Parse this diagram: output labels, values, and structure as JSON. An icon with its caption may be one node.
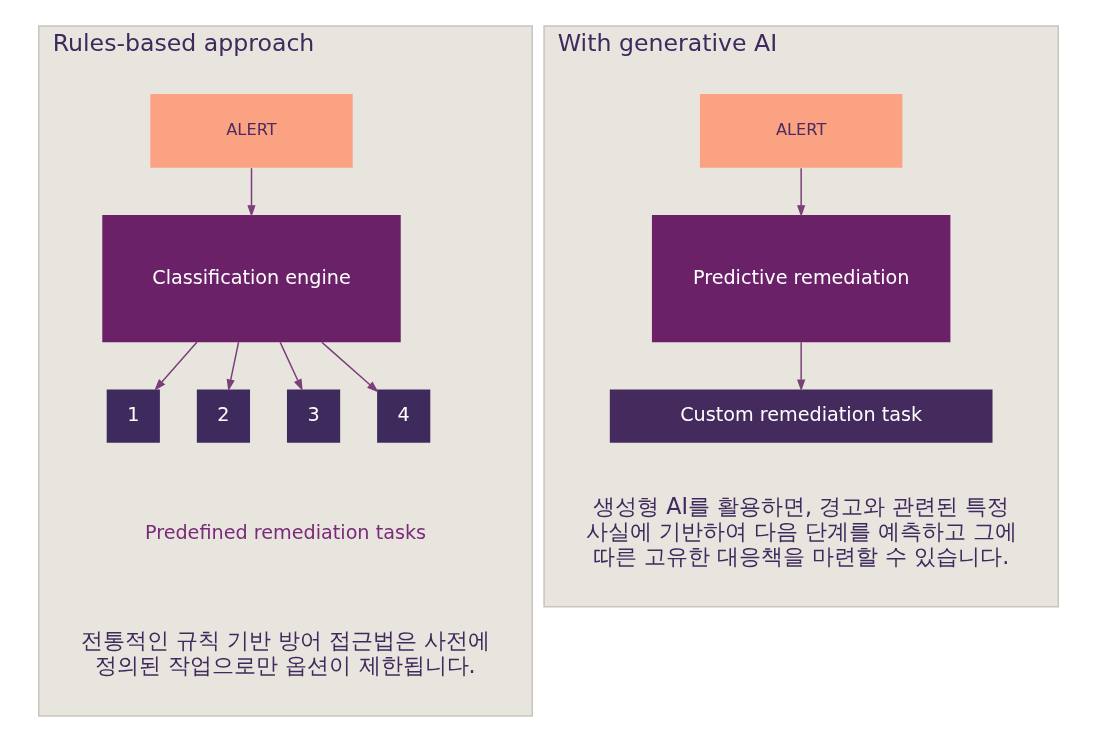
{
  "diagram": {
    "nodes": [
      {
        "text": [
          "Rules-based approach",
          "전통적인 규칙 기반 방어 접근법은 사전에 정의된 작업으로만 옵션이 제한됩니다."
        ]
      },
      {
        "text": [
          "ALERT"
        ],
        "in": 0
      },
      {
        "text": [
          "Classification engine"
        ],
        "in": 0
      },
      {
        "text": [
          "1"
        ],
        "in": 0
      },
      {
        "text": [
          "2"
        ],
        "in": 0
      },
      {
        "text": [
          "3"
        ],
        "in": 0
      },
      {
        "text": [
          "4"
        ],
        "in": 0
      },
      {
        "text": [
          "With generative AI",
          "생성형 AI를 활용하면, 경고와 관련된 특정 사실에 기반하여 다음 단계를 예측하고 그에 따른 고유한 대응책을 마련할 수 있습니다."
        ]
      },
      {
        "text": [
          "ALERT"
        ],
        "in": 7
      },
      {
        "text": [
          "Predictive remediation"
        ],
        "in": 7
      },
      {
        "text": [
          "Custom remediation task"
        ],
        "in": 7
      }
    ],
    "edges": [
      {
        "from": 1,
        "to": 2,
        "arrow": "to"
      },
      {
        "from": 2,
        "to": 3,
        "arrow": "to"
      },
      {
        "from": 2,
        "to": 4,
        "arrow": "to"
      },
      {
        "from": 2,
        "to": 5,
        "arrow": "to"
      },
      {
        "from": 2,
        "to": 6,
        "arrow": "to"
      },
      {
        "from": 8,
        "to": 9,
        "arrow": "to"
      },
      {
        "from": 9,
        "to": 10,
        "arrow": "to"
      }
    ],
    "labels": [
      "Predefined remediation tasks"
    ]
  }
}
